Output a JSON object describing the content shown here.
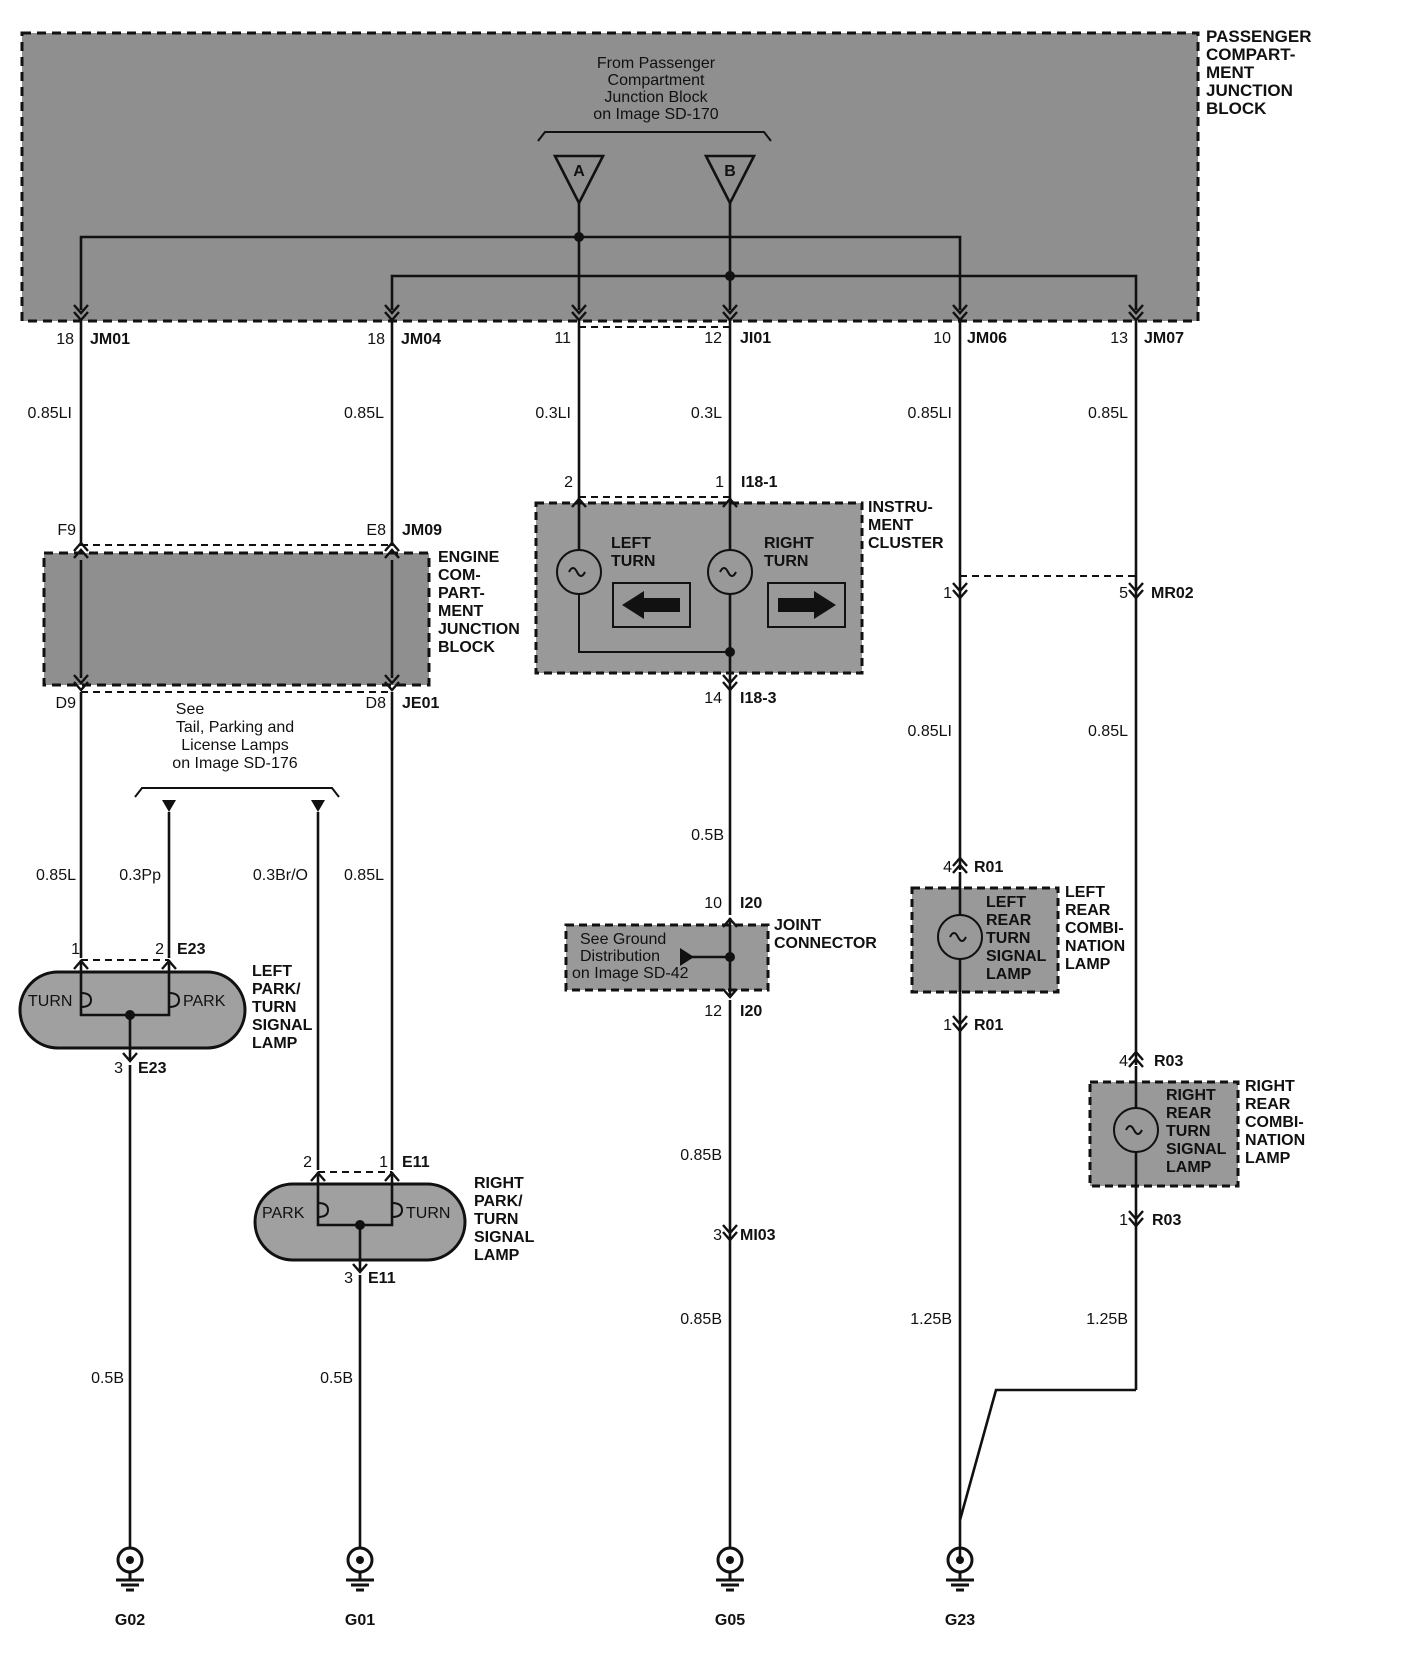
{
  "passenger_block": {
    "title_lines": [
      "PASSENGER",
      "COMPART-",
      "MENT",
      "JUNCTION",
      "BLOCK"
    ],
    "from_note_lines": [
      "From Passenger",
      "Compartment",
      "Junction Block",
      "on Image SD-170"
    ],
    "terminal_a": "A",
    "terminal_b": "B"
  },
  "top_connectors": [
    {
      "pin": "18",
      "name": "JM01",
      "wire": "0.85LI"
    },
    {
      "pin": "18",
      "name": "JM04",
      "wire": "0.85L"
    },
    {
      "pin": "11",
      "name": "",
      "wire": "0.3LI"
    },
    {
      "pin": "12",
      "name": "JI01",
      "wire": "0.3L"
    },
    {
      "pin": "10",
      "name": "JM06",
      "wire": "0.85LI"
    },
    {
      "pin": "13",
      "name": "JM07",
      "wire": "0.85L"
    }
  ],
  "engine_block": {
    "title_lines": [
      "ENGINE",
      "COM-",
      "PART-",
      "MENT",
      "JUNCTION",
      "BLOCK"
    ],
    "pin_f9": "F9",
    "pin_e8": "E8",
    "conn_e8": "JM09",
    "pin_d9": "D9",
    "pin_d8": "D8",
    "conn_d8": "JE01"
  },
  "see_tail_note": [
    "See",
    "Tail, Parking and",
    "License Lamps",
    "on Image SD-176"
  ],
  "instrument_cluster": {
    "title_lines": [
      "INSTRU-",
      "MENT",
      "CLUSTER"
    ],
    "pin_in_left": "2",
    "pin_in_right": "1",
    "conn_in": "I18-1",
    "left_label": [
      "LEFT",
      "TURN"
    ],
    "right_label": [
      "RIGHT",
      "TURN"
    ],
    "pin_out": "14",
    "conn_out": "I18-3"
  },
  "joint_connector": {
    "title_lines": [
      "JOINT",
      "CONNECTOR"
    ],
    "note_lines": [
      "See Ground",
      "Distribution",
      "on Image SD-42"
    ],
    "pin_in": "10",
    "conn_in": "I20",
    "pin_out": "12",
    "conn_out": "I20"
  },
  "left_park_lamp": {
    "title_lines": [
      "LEFT",
      "PARK/",
      "TURN",
      "SIGNAL",
      "LAMP"
    ],
    "turn": "TURN",
    "park": "PARK",
    "pin1": "1",
    "pin2": "2",
    "conn": "E23",
    "pin3": "3",
    "conn3": "E23"
  },
  "right_park_lamp": {
    "title_lines": [
      "RIGHT",
      "PARK/",
      "TURN",
      "SIGNAL",
      "LAMP"
    ],
    "turn": "TURN",
    "park": "PARK",
    "pin1": "1",
    "pin2": "2",
    "conn": "E11",
    "pin3": "3",
    "conn3": "E11"
  },
  "mr02": {
    "pin_left": "1",
    "pin_right": "5",
    "name": "MR02"
  },
  "left_rear_lamp": {
    "title_lines": [
      "LEFT",
      "REAR",
      "COMBI-",
      "NATION",
      "LAMP"
    ],
    "inner_lines": [
      "LEFT",
      "REAR",
      "TURN",
      "SIGNAL",
      "LAMP"
    ],
    "pin_in": "4",
    "conn_in": "R01",
    "pin_out": "1",
    "conn_out": "R01"
  },
  "right_rear_lamp": {
    "title_lines": [
      "RIGHT",
      "REAR",
      "COMBI-",
      "NATION",
      "LAMP"
    ],
    "inner_lines": [
      "RIGHT",
      "REAR",
      "TURN",
      "SIGNAL",
      "LAMP"
    ],
    "pin_in": "4",
    "conn_in": "R03",
    "pin_out": "1",
    "conn_out": "R03"
  },
  "mi03": {
    "pin": "3",
    "name": "MI03"
  },
  "wires": {
    "c1_mid": "0.85L",
    "c1b_mid": "0.3Pp",
    "c2a_mid": "0.3Br/O",
    "c2_mid": "0.85L",
    "c1_bottom": "0.5B",
    "c2_bottom": "0.5B",
    "cluster_ground": "0.5B",
    "joint_ground": "0.85B",
    "mi03_ground": "0.85B",
    "c5_mid": "0.85LI",
    "c6_mid": "0.85L",
    "c5_bottom": "1.25B",
    "c6_bottom": "1.25B"
  },
  "grounds": [
    "G02",
    "G01",
    "G05",
    "G23"
  ]
}
